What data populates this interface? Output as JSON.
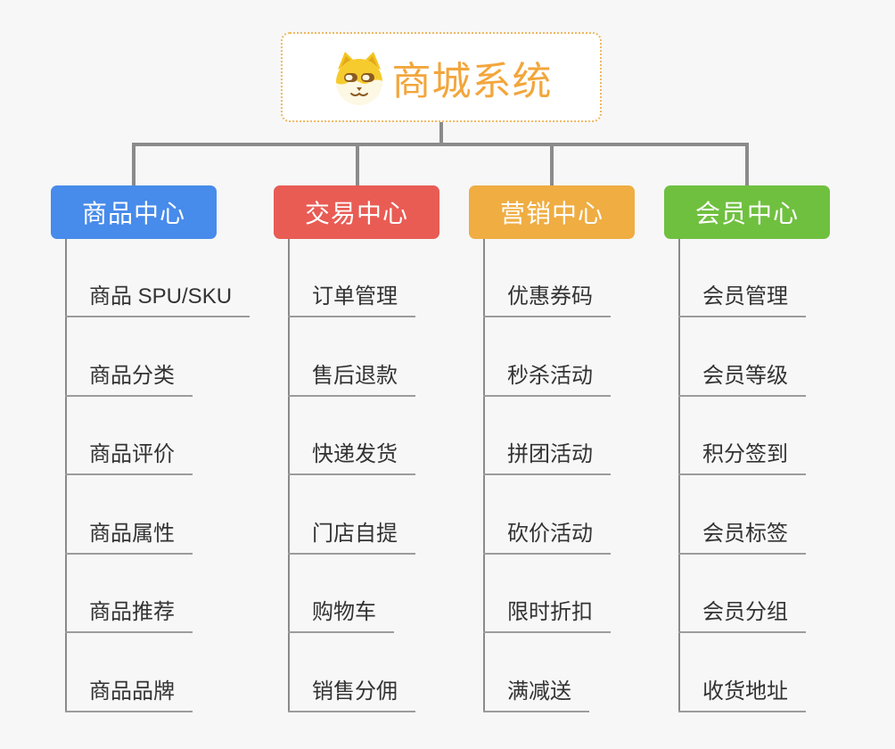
{
  "root": {
    "title": "商城系统",
    "icon": "dog-face-icon",
    "title_color": "#f2a63c",
    "border_color": "#eeb863"
  },
  "connector_color": "#8b8b8b",
  "background_color": "#f7f7f7",
  "branches": [
    {
      "label": "商品中心",
      "color": "#478beb",
      "children": [
        "商品 SPU/SKU",
        "商品分类",
        "商品评价",
        "商品属性",
        "商品推荐",
        "商品品牌"
      ]
    },
    {
      "label": "交易中心",
      "color": "#e85c54",
      "children": [
        "订单管理",
        "售后退款",
        "快递发货",
        "门店自提",
        "购物车",
        "销售分佣"
      ]
    },
    {
      "label": "营销中心",
      "color": "#efad42",
      "children": [
        "优惠券码",
        "秒杀活动",
        "拼团活动",
        "砍价活动",
        "限时折扣",
        "满减送"
      ]
    },
    {
      "label": "会员中心",
      "color": "#70c040",
      "children": [
        "会员管理",
        "会员等级",
        "积分签到",
        "会员标签",
        "会员分组",
        "收货地址"
      ]
    }
  ]
}
